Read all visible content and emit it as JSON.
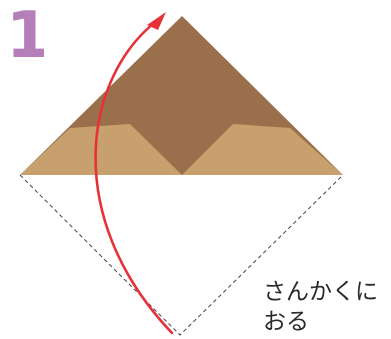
{
  "step": {
    "number": "1",
    "color": "#b57fb9"
  },
  "instruction": {
    "line1": "さんかくに",
    "line2": "おる"
  },
  "colors": {
    "paper_back": "#99704b",
    "paper_front": "#c8a06e",
    "fold_line": "#444444",
    "arrow": "#e53238"
  },
  "icons": {
    "fold": "curved-arrow-up-icon"
  }
}
